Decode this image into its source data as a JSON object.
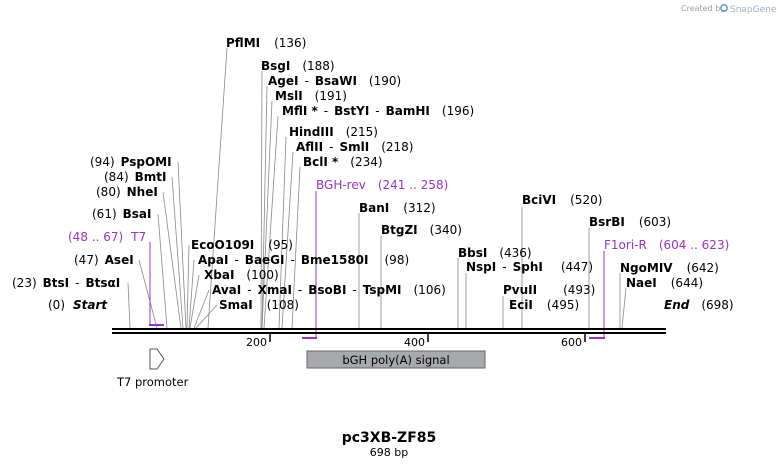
{
  "brand": {
    "created_by": "Created by",
    "name": "SnapGene"
  },
  "map": {
    "name": "pc3XB-ZF85",
    "length": "698 bp",
    "start_label": "Start",
    "start_pos": "(0)",
    "end_label": "End",
    "end_pos": "(698)"
  },
  "ruler": {
    "ticks": [
      "200",
      "400",
      "600"
    ]
  },
  "sites": [
    {
      "name": "PflMI",
      "pos": "(136)"
    },
    {
      "name": "BsgI",
      "pos": "(188)"
    },
    {
      "name": "AgeI",
      "name2": "BsaWI",
      "pos": "(190)"
    },
    {
      "name": "MslI",
      "pos": "(191)"
    },
    {
      "name": "MflI *",
      "name2": "BstYI",
      "name3": "BamHI",
      "pos": "(196)"
    },
    {
      "name": "HindIII",
      "pos": "(215)"
    },
    {
      "name": "AflII",
      "name2": "SmlI",
      "pos": "(218)"
    },
    {
      "name": "BclI *",
      "pos": "(234)"
    },
    {
      "name": "PspOMI",
      "pos": "(94)"
    },
    {
      "name": "BmtI",
      "pos": "(84)"
    },
    {
      "name": "NheI",
      "pos": "(80)"
    },
    {
      "name": "BsaI",
      "pos": "(61)"
    },
    {
      "name": "AseI",
      "pos": "(47)"
    },
    {
      "name": "BtsI",
      "name2": "BtsαI",
      "pos": "(23)"
    },
    {
      "name": "EcoO109I",
      "pos": "(95)"
    },
    {
      "name": "ApaI",
      "name2": "BaeGI",
      "name3": "Bme1580I",
      "pos": "(98)"
    },
    {
      "name": "XbaI",
      "pos": "(100)"
    },
    {
      "name": "AvaI",
      "name2": "XmaI",
      "name3": "BsoBI",
      "name4": "TspMI",
      "pos": "(106)"
    },
    {
      "name": "SmaI",
      "pos": "(108)"
    },
    {
      "name": "BanI",
      "pos": "(312)"
    },
    {
      "name": "BtgZI",
      "pos": "(340)"
    },
    {
      "name": "BbsI",
      "pos": "(436)"
    },
    {
      "name": "NspI",
      "name2": "SphI",
      "pos": "(447)"
    },
    {
      "name": "PvuII",
      "pos": "(493)"
    },
    {
      "name": "EciI",
      "pos": "(495)"
    },
    {
      "name": "BciVI",
      "pos": "(520)"
    },
    {
      "name": "BsrBI",
      "pos": "(603)"
    },
    {
      "name": "NgoMIV",
      "pos": "(642)"
    },
    {
      "name": "NaeI",
      "pos": "(644)"
    }
  ],
  "primers": [
    {
      "name": "T7",
      "range": "(48 .. 67)"
    },
    {
      "name": "BGH-rev",
      "range": "(241 .. 258)"
    },
    {
      "name": "F1ori-R",
      "range": "(604 .. 623)"
    }
  ],
  "features": [
    {
      "name": "T7 promoter"
    },
    {
      "name": "bGH poly(A) signal"
    }
  ],
  "colors": {
    "primer": "#9933cc",
    "feature_fill": "#a7a9ac",
    "line": "#888888"
  }
}
